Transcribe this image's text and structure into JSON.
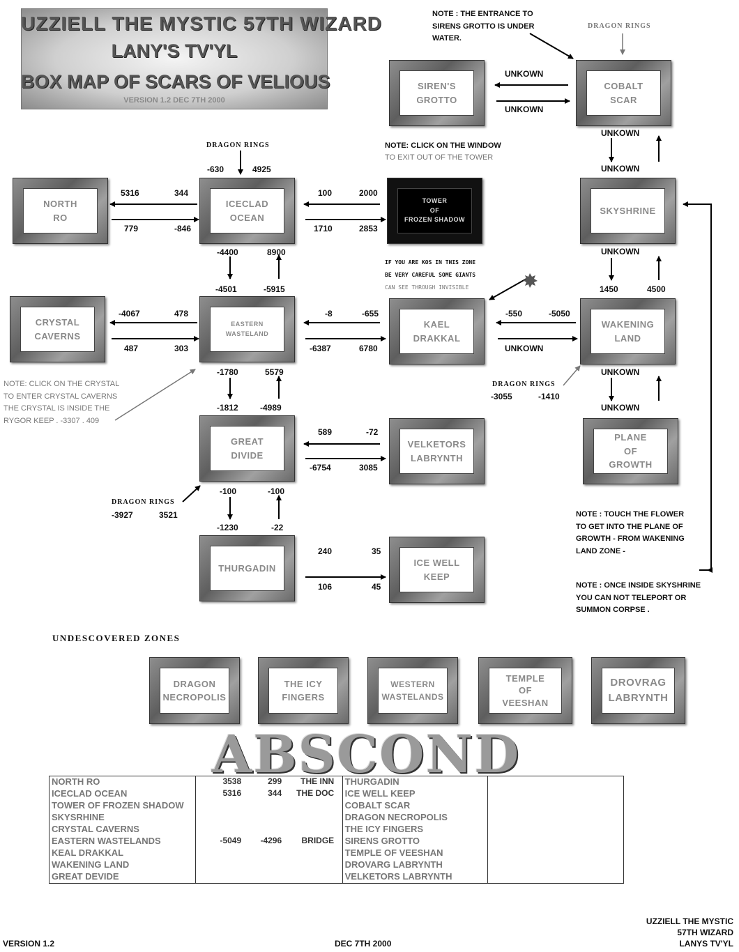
{
  "banner": {
    "line1": "UZZIELL THE MYSTIC  57TH WIZARD",
    "line2": "LANY'S TV'YL",
    "line3": "BOX MAP OF SCARS OF VELIOUS",
    "line4": "VERSION 1.2    DEC 7TH 2000"
  },
  "zones": {
    "sirens_grotto": "SIREN'S\nGROTTO",
    "cobalt_scar": "COBALT\nSCAR",
    "north_ro": "NORTH\nRO",
    "iceclad_ocean": "ICECLAD OCEAN",
    "tower": "TOWER\nOF\nFROZEN SHADOW",
    "skyshrine": "SKYSHRINE",
    "crystal_caverns": "CRYSTAL\nCAVERNS",
    "eastern_wasteland": "EASTERN\nWASTELAND",
    "kael_drakkal": "KAEL\nDRAKKAL",
    "wakening_land": "WAKENING\nLAND",
    "great_divide": "GREAT\nDIVIDE",
    "velketors": "VELKETORS\nLABRYNTH",
    "plane_of_growth": "PLANE\nOF\nGROWTH",
    "thurgadin": "THURGADIN",
    "ice_well_keep": "ICE WELL\nKEEP"
  },
  "undiscovered": {
    "title": "UNDESCOVERED ZONES",
    "zones": [
      "DRAGON\nNECROPOLIS",
      "THE ICY\nFINGERS",
      "WESTERN\nWASTELANDS",
      "TEMPLE\nOF\nVEESHAN",
      "DROVRAG\nLABRYNTH"
    ]
  },
  "notes": {
    "sirens_entrance": "NOTE : THE ENTRANCE TO\nSIRENS GROTTO IS UNDER\nWATER.",
    "tower_click_a": "NOTE: CLICK ON THE WINDOW",
    "tower_click_b": "TO EXIT OUT OF THE TOWER",
    "kos_a": "IF YOU ARE KOS IN THIS ZONE",
    "kos_b": "BE VERY CAREFUL SOME GIANTS",
    "kos_c": "CAN SEE THROUGH INVISIBLE",
    "crystal": "NOTE: CLICK ON THE CRYSTAL\nTO ENTER CRYSTAL CAVERNS\nTHE CRYSTAL IS INSIDE THE\nRYGOR KEEP .  -3307  .  409",
    "flower": "NOTE : TOUCH THE FLOWER\nTO GET INTO THE PLANE OF\nGROWTH - FROM WAKENING\nLAND ZONE -",
    "skyshrine": "NOTE : ONCE INSIDE SKYSHRINE\nYOU CAN NOT TELEPORT OR\nSUMMON CORPSE ."
  },
  "tags": {
    "dragon_rings": "DRAGON RINGS",
    "unkown": "UNKOWN"
  },
  "coords": {
    "dr_iceclad_a": "-630",
    "dr_iceclad_b": "4925",
    "nr_ic_top_a": "5316",
    "nr_ic_top_b": "344",
    "nr_ic_bot_a": "779",
    "nr_ic_bot_b": "-846",
    "ic_tw_top_a": "100",
    "ic_tw_top_b": "2000",
    "ic_tw_bot_a": "1710",
    "ic_tw_bot_b": "2853",
    "ic_ew_a": "-4400",
    "ic_ew_b": "8900",
    "ic_ew_c": "-4501",
    "ic_ew_d": "-5915",
    "cc_ew_top_a": "-4067",
    "cc_ew_top_b": "478",
    "cc_ew_bot_a": "487",
    "cc_ew_bot_b": "303",
    "ew_kd_top_a": "-8",
    "ew_kd_top_b": "-655",
    "ew_kd_bot_a": "-6387",
    "ew_kd_bot_b": "6780",
    "kd_wl_top_a": "-550",
    "kd_wl_top_b": "-5050",
    "sk_wl_a": "1450",
    "sk_wl_b": "4500",
    "dr_wl_a": "-3055",
    "dr_wl_b": "-1410",
    "ew_gd_a": "-1780",
    "ew_gd_b": "5579",
    "ew_gd_c": "-1812",
    "ew_gd_d": "-4989",
    "gd_vl_top_a": "589",
    "gd_vl_top_b": "-72",
    "gd_vl_bot_a": "-6754",
    "gd_vl_bot_b": "3085",
    "dr_gd_a": "-3927",
    "dr_gd_b": "3521",
    "gd_th_a": "-100",
    "gd_th_b": "-100",
    "gd_th_c": "-1230",
    "gd_th_d": "-22",
    "th_iw_top_a": "240",
    "th_iw_top_b": "35",
    "th_iw_bot_a": "106",
    "th_iw_bot_b": "45"
  },
  "abscond": "ABSCOND",
  "list_rows": [
    {
      "zone": "NORTH RO",
      "x": "3538",
      "y": "299",
      "loc": "THE INN",
      "zone2": "THURGADIN"
    },
    {
      "zone": "ICECLAD OCEAN",
      "x": "5316",
      "y": "344",
      "loc": "THE DOC",
      "zone2": "ICE WELL KEEP"
    },
    {
      "zone": "TOWER OF FROZEN SHADOW",
      "x": "",
      "y": "",
      "loc": "",
      "zone2": "COBALT SCAR"
    },
    {
      "zone": "SKYSRHINE",
      "x": "",
      "y": "",
      "loc": "",
      "zone2": "DRAGON NECROPOLIS"
    },
    {
      "zone": "CRYSTAL CAVERNS",
      "x": "",
      "y": "",
      "loc": "",
      "zone2": "THE ICY FINGERS"
    },
    {
      "zone": "EASTERN WASTELANDS",
      "x": "-5049",
      "y": "-4296",
      "loc": "BRIDGE",
      "zone2": "SIRENS GROTTO"
    },
    {
      "zone": "KEAL DRAKKAL",
      "x": "",
      "y": "",
      "loc": "",
      "zone2": "TEMPLE OF VEESHAN"
    },
    {
      "zone": "WAKENING LAND",
      "x": "",
      "y": "",
      "loc": "",
      "zone2": "DROVARG LABRYNTH"
    },
    {
      "zone": "GREAT DEVIDE",
      "x": "",
      "y": "",
      "loc": "",
      "zone2": "VELKETORS LABRYNTH"
    }
  ],
  "footer": {
    "version": "VERSION 1.2",
    "date": "DEC 7TH 2000",
    "sig1": "UZZIELL THE MYSTIC",
    "sig2": "57TH WIZARD",
    "sig3": "LANYS TV'YL"
  }
}
